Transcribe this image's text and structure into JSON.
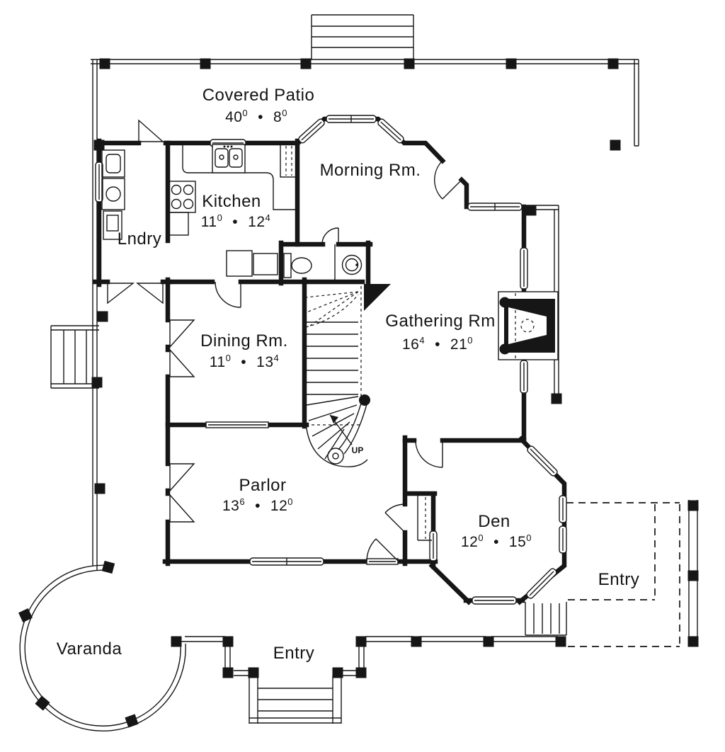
{
  "colors": {
    "ink": "#161616",
    "paper": "#ffffff"
  },
  "labels": {
    "covered_patio": {
      "name": "Covered Patio",
      "dim_a": "40",
      "dim_a_sup": "0",
      "sep": "•",
      "dim_b": "8",
      "dim_b_sup": "0"
    },
    "morning": {
      "name": "Morning Rm."
    },
    "kitchen": {
      "name": "Kitchen",
      "dim_a": "11",
      "dim_a_sup": "0",
      "sep": "•",
      "dim_b": "12",
      "dim_b_sup": "4"
    },
    "lndry": {
      "name": "Lndry"
    },
    "dining": {
      "name": "Dining Rm.",
      "dim_a": "11",
      "dim_a_sup": "0",
      "sep": "•",
      "dim_b": "13",
      "dim_b_sup": "4"
    },
    "gathering": {
      "name": "Gathering Rm",
      "dim_a": "16",
      "dim_a_sup": "4",
      "sep": "•",
      "dim_b": "21",
      "dim_b_sup": "0"
    },
    "parlor": {
      "name": "Parlor",
      "dim_a": "13",
      "dim_a_sup": "6",
      "sep": "•",
      "dim_b": "12",
      "dim_b_sup": "0"
    },
    "den": {
      "name": "Den",
      "dim_a": "12",
      "dim_a_sup": "0",
      "sep": "•",
      "dim_b": "15",
      "dim_b_sup": "0"
    },
    "entry_side": {
      "name": "Entry"
    },
    "entry_front": {
      "name": "Entry"
    },
    "varanda": {
      "name": "Varanda"
    },
    "stairs": {
      "up": "UP"
    }
  }
}
